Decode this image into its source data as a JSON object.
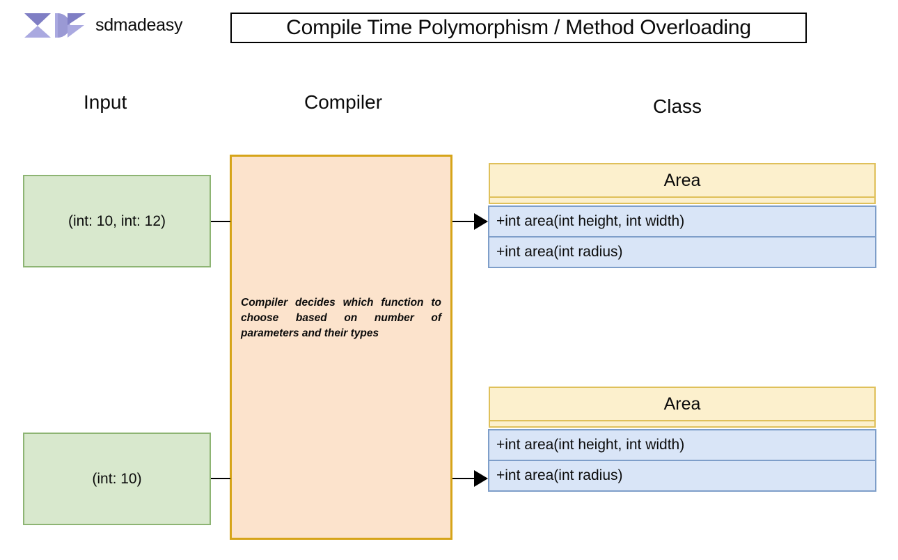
{
  "brand": {
    "logo_icon": "xde-logo-icon",
    "name": "sdmadeasy",
    "logo_colors": {
      "dark_purple": "#7f7ec4",
      "light_purple": "#aaa9e0",
      "mid_purple": "#9a99d4"
    }
  },
  "header": {
    "title": "Compile Time Polymorphism / Method Overloading"
  },
  "columns": {
    "input": "Input",
    "compiler": "Compiler",
    "class": "Class"
  },
  "inputs": [
    {
      "label": "(int: 10, int: 12)"
    },
    {
      "label": "(int: 10)"
    }
  ],
  "compiler": {
    "note": "Compiler decides which function to choose based on number of parameters and their types"
  },
  "classes": [
    {
      "name": "Area",
      "methods": [
        "+int area(int height, int width)",
        "+int area(int radius)"
      ],
      "highlighted_method_index": 0
    },
    {
      "name": "Area",
      "methods": [
        "+int area(int height, int width)",
        "+int area(int radius)"
      ],
      "highlighted_method_index": 1
    }
  ],
  "connectors": [
    {
      "from": "input-box-1",
      "to": "compiler-box",
      "arrow": false
    },
    {
      "from": "compiler-box",
      "to": "class-box-1",
      "arrow": true
    },
    {
      "from": "input-box-2",
      "to": "compiler-box",
      "arrow": false
    },
    {
      "from": "compiler-box",
      "to": "class-box-2",
      "arrow": true
    }
  ],
  "colors": {
    "input_fill": "#d8e8cd",
    "input_border": "#8db473",
    "compiler_fill": "#fce3cc",
    "compiler_border": "#d6a419",
    "class_header_fill": "#fcf0cd",
    "class_header_border": "#dfc05a",
    "class_method_fill": "#d9e5f7",
    "class_method_border": "#7e9ec9"
  }
}
